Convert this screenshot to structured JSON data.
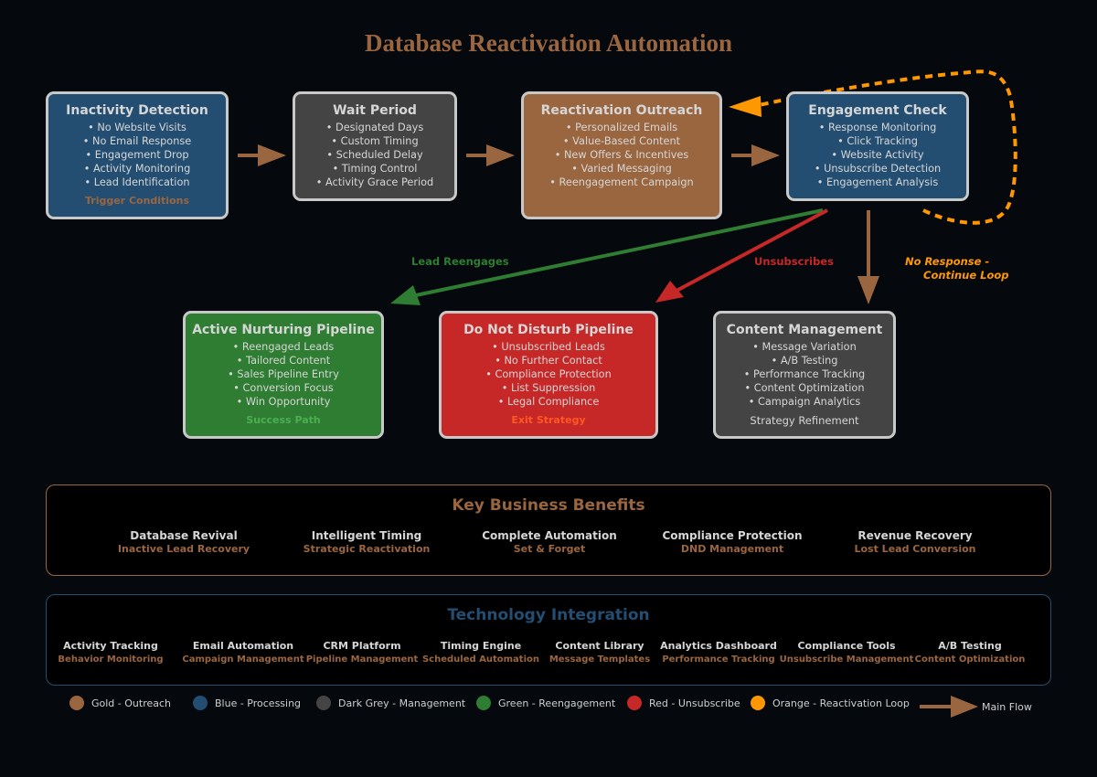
{
  "title": "Database Reactivation Automation",
  "colors": {
    "gold": "#9a6640",
    "blue": "#234e72",
    "dark_grey": "#444444",
    "green": "#2e7d32",
    "red": "#c62828",
    "orange": "#ff9800",
    "success_text": "#4caf50",
    "exit_text": "#ff5722"
  },
  "nodes": {
    "inactivity": {
      "title": "Inactivity Detection",
      "items": [
        "• No Website Visits",
        "• No Email Response",
        "• Engagement Drop",
        "• Activity Monitoring",
        "• Lead Identification"
      ],
      "footer": "Trigger Conditions"
    },
    "wait": {
      "title": "Wait Period",
      "items": [
        "• Designated Days",
        "• Custom Timing",
        "• Scheduled Delay",
        "• Timing Control",
        "• Activity Grace Period"
      ]
    },
    "outreach": {
      "title": "Reactivation Outreach",
      "items": [
        "• Personalized Emails",
        "• Value-Based Content",
        "• New Offers & Incentives",
        "• Varied Messaging",
        "• Reengagement Campaign"
      ]
    },
    "engagement": {
      "title": "Engagement Check",
      "items": [
        "• Response Monitoring",
        "• Click Tracking",
        "• Website Activity",
        "• Unsubscribe Detection",
        "• Engagement Analysis"
      ]
    },
    "nurturing": {
      "title": "Active Nurturing Pipeline",
      "items": [
        "• Reengaged Leads",
        "• Tailored Content",
        "• Sales Pipeline Entry",
        "• Conversion Focus",
        "• Win Opportunity"
      ],
      "footer": "Success Path"
    },
    "dnd": {
      "title": "Do Not Disturb Pipeline",
      "items": [
        "• Unsubscribed Leads",
        "• No Further Contact",
        "• Compliance Protection",
        "• List Suppression",
        "• Legal Compliance"
      ],
      "footer": "Exit Strategy"
    },
    "content": {
      "title": "Content Management",
      "items": [
        "• Message Variation",
        "• A/B Testing",
        "• Performance Tracking",
        "• Content Optimization",
        "• Campaign Analytics"
      ],
      "footer": "Strategy Refinement"
    }
  },
  "edge_labels": {
    "reengages": "Lead Reengages",
    "unsubscribes": "Unsubscribes",
    "no_response_1": "No Response -",
    "no_response_2": "Continue Loop"
  },
  "benefits": {
    "title": "Key Business Benefits",
    "items": [
      {
        "name": "Database Revival",
        "sub": "Inactive Lead Recovery"
      },
      {
        "name": "Intelligent Timing",
        "sub": "Strategic Reactivation"
      },
      {
        "name": "Complete Automation",
        "sub": "Set & Forget"
      },
      {
        "name": "Compliance Protection",
        "sub": "DND Management"
      },
      {
        "name": "Revenue Recovery",
        "sub": "Lost Lead Conversion"
      }
    ]
  },
  "technology": {
    "title": "Technology Integration",
    "items": [
      {
        "name": "Activity Tracking",
        "sub": "Behavior Monitoring"
      },
      {
        "name": "Email Automation",
        "sub": "Campaign Management"
      },
      {
        "name": "CRM Platform",
        "sub": "Pipeline Management"
      },
      {
        "name": "Timing Engine",
        "sub": "Scheduled Automation"
      },
      {
        "name": "Content Library",
        "sub": "Message Templates"
      },
      {
        "name": "Analytics Dashboard",
        "sub": "Performance Tracking"
      },
      {
        "name": "Compliance Tools",
        "sub": "Unsubscribe Management"
      },
      {
        "name": "A/B Testing",
        "sub": "Content Optimization"
      }
    ]
  },
  "legend": [
    {
      "label": "Gold - Outreach",
      "color": "#9a6640"
    },
    {
      "label": "Blue - Processing",
      "color": "#234e72"
    },
    {
      "label": "Dark Grey - Management",
      "color": "#444444"
    },
    {
      "label": "Green - Reengagement",
      "color": "#2e7d32"
    },
    {
      "label": "Red - Unsubscribe",
      "color": "#c62828"
    },
    {
      "label": "Orange - Reactivation Loop",
      "color": "#ff9800"
    },
    {
      "label": "Main Flow",
      "color": "#9a6640"
    }
  ]
}
